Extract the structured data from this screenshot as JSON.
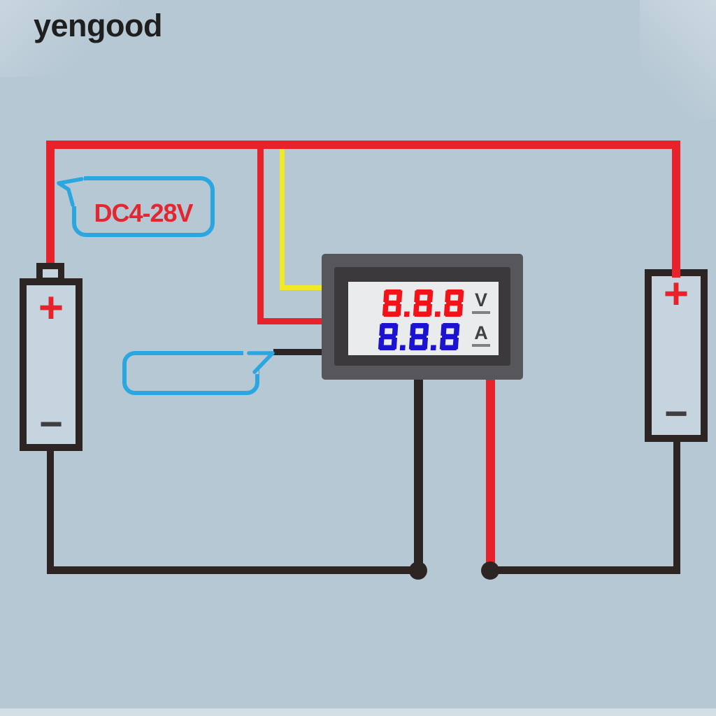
{
  "brand": {
    "logo_text": "yengood"
  },
  "diagram": {
    "power_label": {
      "text": "DC4-28V"
    },
    "note_label": {
      "text": ""
    },
    "meter": {
      "voltage_value": "8.8.8",
      "voltage_unit": "V",
      "current_value": "8.8.8",
      "current_unit": "A"
    },
    "battery_left": {
      "positive": "+",
      "negative": "−"
    },
    "battery_right": {
      "positive": "+",
      "negative": "−"
    }
  },
  "colors": {
    "background": "#b6c8d4",
    "wire_positive": "#e8222a",
    "wire_sense": "#f2ea26",
    "wire_negative": "#2c2523",
    "bubble_border": "#2aa6e0",
    "label_text": "#e22730",
    "logo_text": "#1f1f1f",
    "battery_fill": "#c5d4de",
    "battery_minus": "#3f3f42",
    "meter_frame": "#57565a",
    "meter_bezel": "#3b393b",
    "meter_display": "#eaebec",
    "digit_voltage": "#f2131a",
    "digit_current": "#1c13d2",
    "unit_text": "#414045",
    "unit_underline": "#808083"
  }
}
